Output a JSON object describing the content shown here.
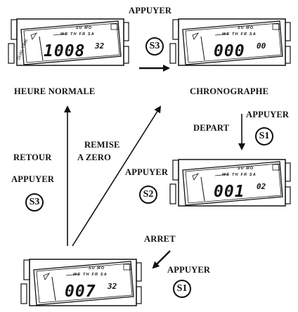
{
  "labels": {
    "appuyer_top": "APPUYER",
    "heure_normale": "HEURE NORMALE",
    "chronographe": "CHRONOGRAPHE",
    "appuyer_s1_top": "APPUYER",
    "depart": "DEPART",
    "remise": "REMISE",
    "a_zero": "A ZERO",
    "retour": "RETOUR",
    "appuyer_s3_left": "APPUYER",
    "appuyer_s2": "APPUYER",
    "arret": "ARRET",
    "appuyer_s1_bottom": "APPUYER"
  },
  "buttons": {
    "s3_top": "S3",
    "s1_right": "S1",
    "s3_left": "S3",
    "s2": "S2",
    "s1_bottom": "S1"
  },
  "watches": {
    "normal": {
      "main": "1008",
      "secs": "32",
      "days_top": "SU MO",
      "days_mid": "WE TH FR SA",
      "side_text": "DUAL TIME"
    },
    "chrono_reset": {
      "main": "000",
      "secs": "00",
      "days_top": "SU MO",
      "days_mid": "WE TH FR SA"
    },
    "chrono_running": {
      "main": "001",
      "secs": "02",
      "days_top": "SU MO",
      "days_mid": "WE TH FR SA"
    },
    "chrono_stopped": {
      "main": "007",
      "secs": "32",
      "days_top": "SU MO",
      "days_mid": "WE TH FR SA"
    }
  },
  "colors": {
    "ink": "#111111",
    "background": "#ffffff"
  }
}
